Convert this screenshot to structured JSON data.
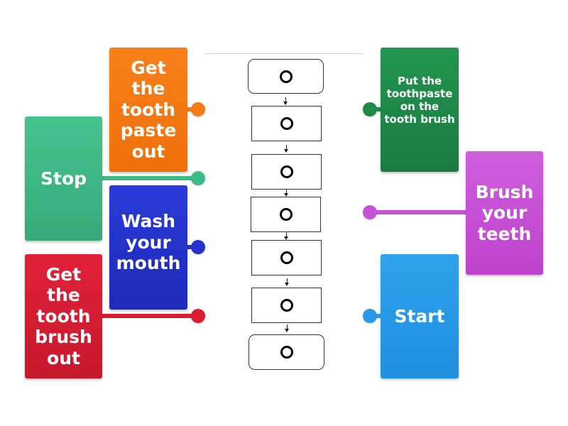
{
  "cards": [
    {
      "id": "toothpaste-out",
      "label": "Get the tooth paste out",
      "color": "#f57b16"
    },
    {
      "id": "stop",
      "label": "Stop",
      "color": "#3dbb86"
    },
    {
      "id": "wash-mouth",
      "label": "Wash your mouth",
      "color": "#2333cc"
    },
    {
      "id": "toothbrush-out",
      "label": "Get the tooth brush out",
      "color": "#d91c32"
    },
    {
      "id": "put-toothpaste",
      "label": "Put the toothpaste on the tooth brush",
      "color": "#1f8a47"
    },
    {
      "id": "brush-teeth",
      "label": "Brush your teeth",
      "color": "#c752d6"
    },
    {
      "id": "start",
      "label": "Start",
      "color": "#2a99e8"
    }
  ],
  "flowchart": {
    "slots": [
      {
        "shape": "terminal"
      },
      {
        "shape": "process"
      },
      {
        "shape": "process"
      },
      {
        "shape": "process"
      },
      {
        "shape": "process"
      },
      {
        "shape": "process"
      },
      {
        "shape": "terminal"
      }
    ]
  }
}
